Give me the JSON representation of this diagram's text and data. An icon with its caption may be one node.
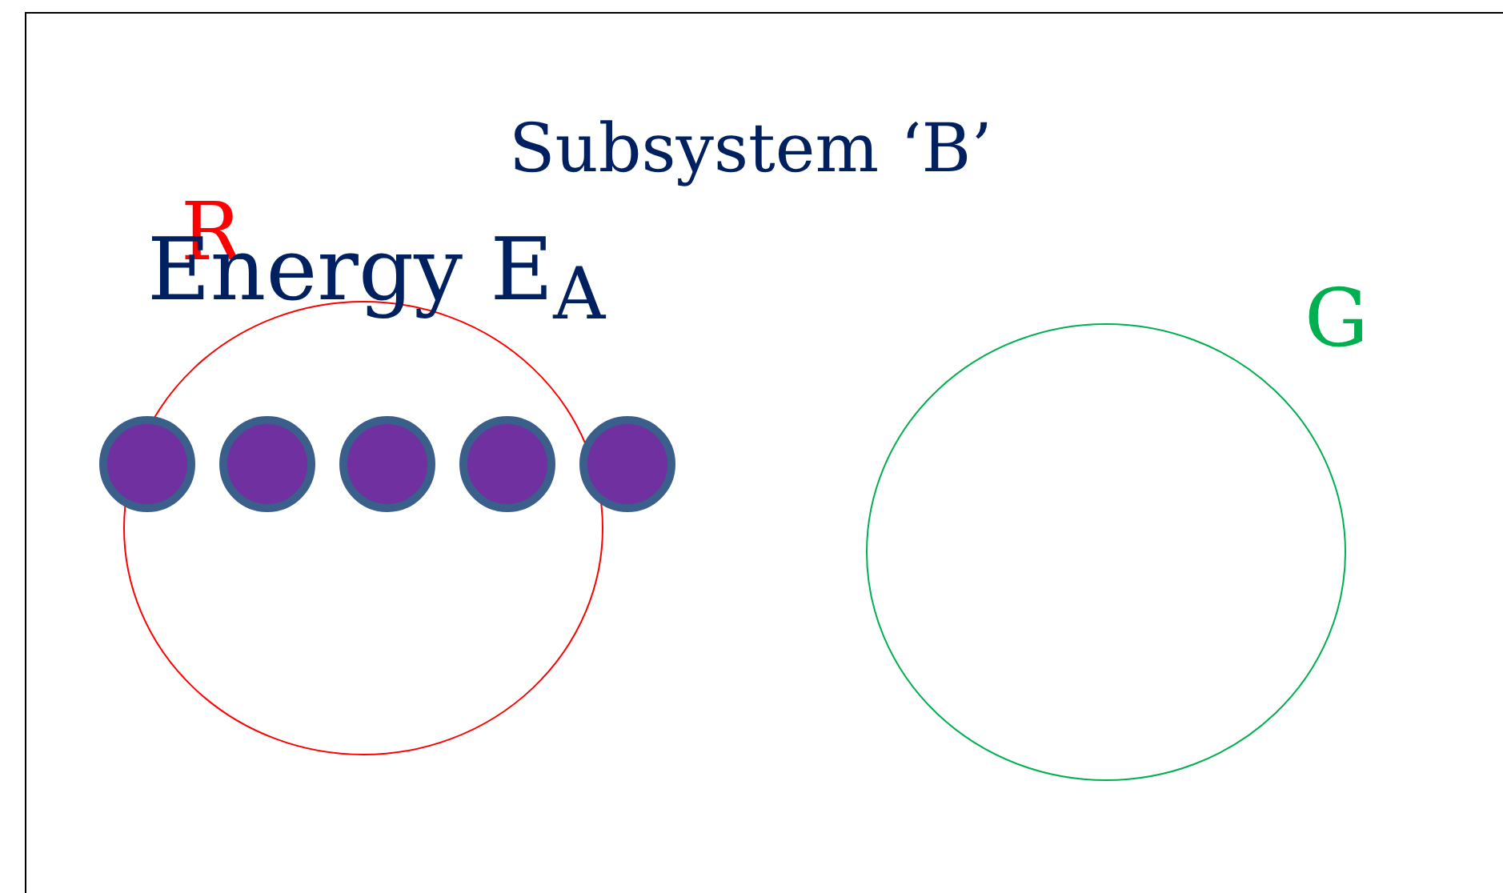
{
  "diagram": {
    "title": "Subsystem ‘B’",
    "nodes": [
      {
        "text": [
          "R"
        ]
      },
      {
        "text": [],
        "shape": "circle"
      },
      {
        "text": [],
        "shape": "circle",
        "in": 0
      },
      {
        "text": [],
        "shape": "circle",
        "in": 0
      },
      {
        "text": [],
        "shape": "circle",
        "in": 0
      },
      {
        "text": [],
        "shape": "circle"
      },
      {
        "text": [
          "G"
        ]
      }
    ],
    "labels": [
      "Energy E$_{A}$"
    ]
  }
}
